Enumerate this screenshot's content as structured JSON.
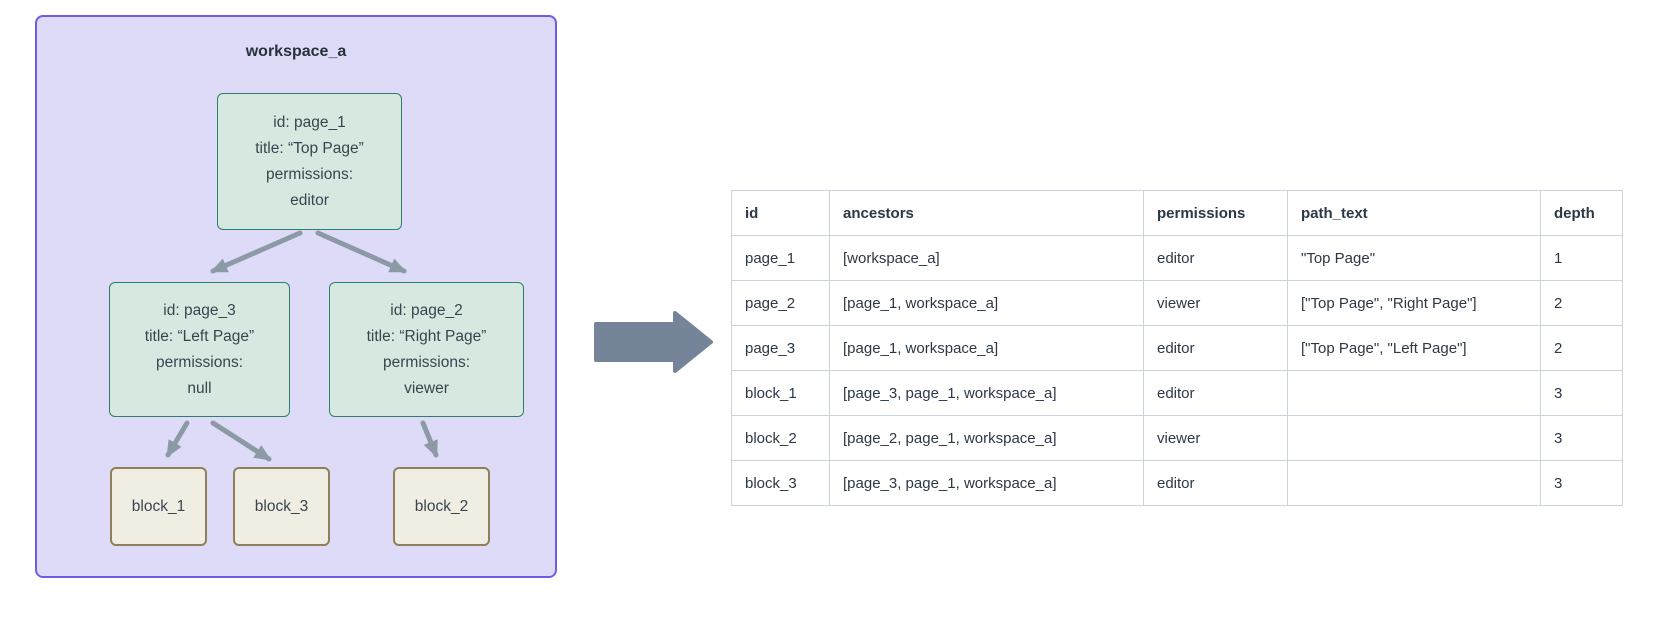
{
  "colors": {
    "workspace_fill": "#dedbf8",
    "workspace_border": "#6c5ce8",
    "page_node_fill": "#d7e8e0",
    "page_node_border": "#2c7f68",
    "block_node_fill": "#f0ede3",
    "block_node_border": "#8f8059",
    "diagram_arrow": "#8c9aa6",
    "transform_arrow": "#758499",
    "table_border": "#cbd4dd",
    "text_dark": "#2c3845"
  },
  "diagram": {
    "workspace_label": "workspace_a",
    "page_nodes": [
      {
        "id": "page_1",
        "lines": [
          "id: page_1",
          "title: “Top Page”",
          "permissions:",
          "editor"
        ]
      },
      {
        "id": "page_3",
        "lines": [
          "id: page_3",
          "title: “Left Page”",
          "permissions:",
          "null"
        ]
      },
      {
        "id": "page_2",
        "lines": [
          "id: page_2",
          "title: “Right Page”",
          "permissions:",
          "viewer"
        ]
      }
    ],
    "block_nodes": [
      {
        "id": "block_1",
        "label": "block_1"
      },
      {
        "id": "block_3",
        "label": "block_3"
      },
      {
        "id": "block_2",
        "label": "block_2"
      }
    ]
  },
  "table": {
    "columns": [
      "id",
      "ancestors",
      "permissions",
      "path_text",
      "depth"
    ],
    "rows": [
      [
        "page_1",
        "[workspace_a]",
        "editor",
        "\"Top Page\"",
        "1"
      ],
      [
        "page_2",
        "[page_1, workspace_a]",
        "viewer",
        "[\"Top Page\", \"Right Page\"]",
        "2"
      ],
      [
        "page_3",
        "[page_1, workspace_a]",
        "editor",
        "[\"Top Page\", \"Left Page\"]",
        "2"
      ],
      [
        "block_1",
        "[page_3, page_1, workspace_a]",
        "editor",
        "",
        "3"
      ],
      [
        "block_2",
        "[page_2, page_1, workspace_a]",
        "viewer",
        "",
        "3"
      ],
      [
        "block_3",
        "[page_3, page_1, workspace_a]",
        "editor",
        "",
        "3"
      ]
    ]
  }
}
